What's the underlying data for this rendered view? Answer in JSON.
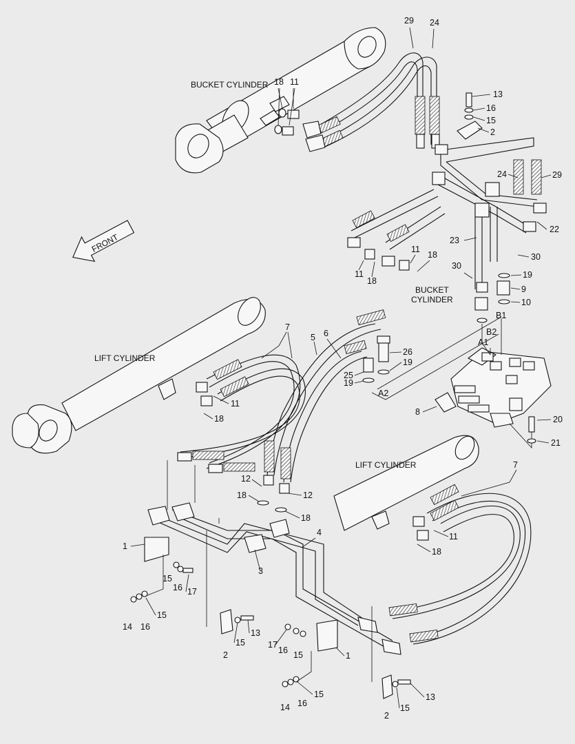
{
  "labels": {
    "bucket_cylinder_top": "BUCKET CYLINDER",
    "bucket_cylinder_mid_1": "BUCKET",
    "bucket_cylinder_mid_2": "CYLINDER",
    "lift_cylinder_left": "LIFT CYLINDER",
    "lift_cylinder_right": "LIFT CYLINDER",
    "front_arrow": "FRONT",
    "port_b1": "B1",
    "port_b2": "B2",
    "port_a1": "A1",
    "port_a2": "A2"
  },
  "callouts": [
    {
      "id": "c29a",
      "text": "29"
    },
    {
      "id": "c24a",
      "text": "24"
    },
    {
      "id": "c18a",
      "text": "18"
    },
    {
      "id": "c11a",
      "text": "11"
    },
    {
      "id": "c13a",
      "text": "13"
    },
    {
      "id": "c16a",
      "text": "16"
    },
    {
      "id": "c15a",
      "text": "15"
    },
    {
      "id": "c2a",
      "text": "2"
    },
    {
      "id": "c24b",
      "text": "24"
    },
    {
      "id": "c29b",
      "text": "29"
    },
    {
      "id": "c22",
      "text": "22"
    },
    {
      "id": "c23",
      "text": "23"
    },
    {
      "id": "c11b",
      "text": "11"
    },
    {
      "id": "c18b",
      "text": "18"
    },
    {
      "id": "c11c",
      "text": "11"
    },
    {
      "id": "c18c",
      "text": "18"
    },
    {
      "id": "c30a",
      "text": "30"
    },
    {
      "id": "c30b",
      "text": "30"
    },
    {
      "id": "c19a",
      "text": "19"
    },
    {
      "id": "c9",
      "text": "9"
    },
    {
      "id": "c10",
      "text": "10"
    },
    {
      "id": "c7a",
      "text": "7"
    },
    {
      "id": "c5",
      "text": "5"
    },
    {
      "id": "c6",
      "text": "6"
    },
    {
      "id": "c26",
      "text": "26"
    },
    {
      "id": "c19b",
      "text": "19"
    },
    {
      "id": "c25",
      "text": "25"
    },
    {
      "id": "c19c",
      "text": "19"
    },
    {
      "id": "c11d",
      "text": "11"
    },
    {
      "id": "c18d",
      "text": "18"
    },
    {
      "id": "c8",
      "text": "8"
    },
    {
      "id": "c20",
      "text": "20"
    },
    {
      "id": "c21",
      "text": "21"
    },
    {
      "id": "c12a",
      "text": "12"
    },
    {
      "id": "c18e",
      "text": "18"
    },
    {
      "id": "c12b",
      "text": "12"
    },
    {
      "id": "c18f",
      "text": "18"
    },
    {
      "id": "c7b",
      "text": "7"
    },
    {
      "id": "c11e",
      "text": "11"
    },
    {
      "id": "c18g",
      "text": "18"
    },
    {
      "id": "c1a",
      "text": "1"
    },
    {
      "id": "c4",
      "text": "4"
    },
    {
      "id": "c3",
      "text": "3"
    },
    {
      "id": "c15b",
      "text": "15"
    },
    {
      "id": "c16b",
      "text": "16"
    },
    {
      "id": "c17a",
      "text": "17"
    },
    {
      "id": "c14a",
      "text": "14"
    },
    {
      "id": "c16c",
      "text": "16"
    },
    {
      "id": "c15c",
      "text": "15"
    },
    {
      "id": "c2b",
      "text": "2"
    },
    {
      "id": "c15d",
      "text": "15"
    },
    {
      "id": "c13b",
      "text": "13"
    },
    {
      "id": "c17b",
      "text": "17"
    },
    {
      "id": "c16d",
      "text": "16"
    },
    {
      "id": "c15e",
      "text": "15"
    },
    {
      "id": "c1b",
      "text": "1"
    },
    {
      "id": "c14b",
      "text": "14"
    },
    {
      "id": "c16e",
      "text": "16"
    },
    {
      "id": "c15f",
      "text": "15"
    },
    {
      "id": "c2c",
      "text": "2"
    },
    {
      "id": "c15g",
      "text": "15"
    },
    {
      "id": "c13c",
      "text": "13"
    }
  ]
}
